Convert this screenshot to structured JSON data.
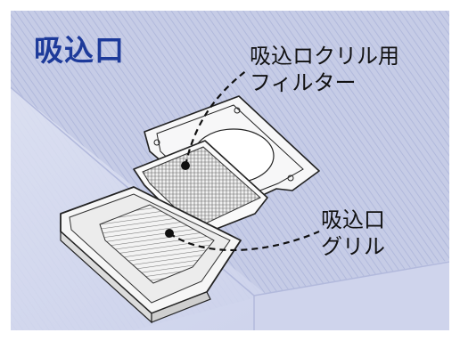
{
  "title": "吸込口",
  "labels": {
    "filter_line1": "吸込ロクリル用",
    "filter_line2": "フィルター",
    "grille_line1": "吸込口",
    "grille_line2": "グリル"
  },
  "colors": {
    "title": "#1d3a9a",
    "ceiling": "#c4cbe6",
    "wall": "#d9ddf0",
    "panel": "#f4f5f7",
    "outline": "#222222"
  }
}
